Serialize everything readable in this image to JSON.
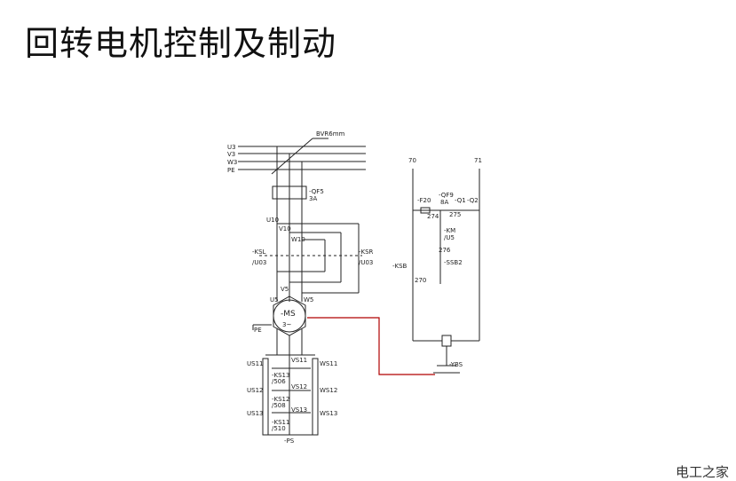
{
  "page": {
    "title": "回转电机控制及制动",
    "watermark": "电工之家"
  },
  "diagram": {
    "supply_labels": [
      "U3",
      "V3",
      "W3",
      "PE"
    ],
    "cable_label": "BVR6mm",
    "breaker": {
      "name": "-QF5",
      "rating": "3A"
    },
    "phase_labels_left": [
      "U10",
      "V10",
      "W10"
    ],
    "contactor_left": {
      "name": "-KSL",
      "ref": "/U03"
    },
    "contactor_right": {
      "name": "-KSR",
      "ref": "/U03"
    },
    "motor_terminals": [
      "U5",
      "V5",
      "W5"
    ],
    "motor": {
      "name": "-MS",
      "type": "3~"
    },
    "pe_label": "PE",
    "resistor_labels_left": [
      "US11",
      "US12",
      "US13"
    ],
    "resistor_labels_right": [
      "WS11",
      "WS12",
      "WS13"
    ],
    "resistor_mid_labels": [
      "VS11",
      "VS12",
      "VS13"
    ],
    "step_contactors": [
      {
        "name": "-KS13",
        "ref": "/506"
      },
      {
        "name": "-KS12",
        "ref": "/508"
      },
      {
        "name": "-KS11",
        "ref": "/510"
      }
    ],
    "resistor_bank": "-PS",
    "control": {
      "supply_left": "70",
      "supply_right": "71",
      "fuse": "-F20",
      "breaker": "-QF9",
      "breaker_rating": "8A",
      "contact": "-Q1",
      "contact2": "-Q2",
      "node_274": "274",
      "node_275": "275",
      "relay": "-KM",
      "relay_ref": "/U5",
      "node_276": "276",
      "button": "-SSB2",
      "ksb": "-KSB",
      "node_270": "270",
      "brake": "-YBS"
    }
  }
}
